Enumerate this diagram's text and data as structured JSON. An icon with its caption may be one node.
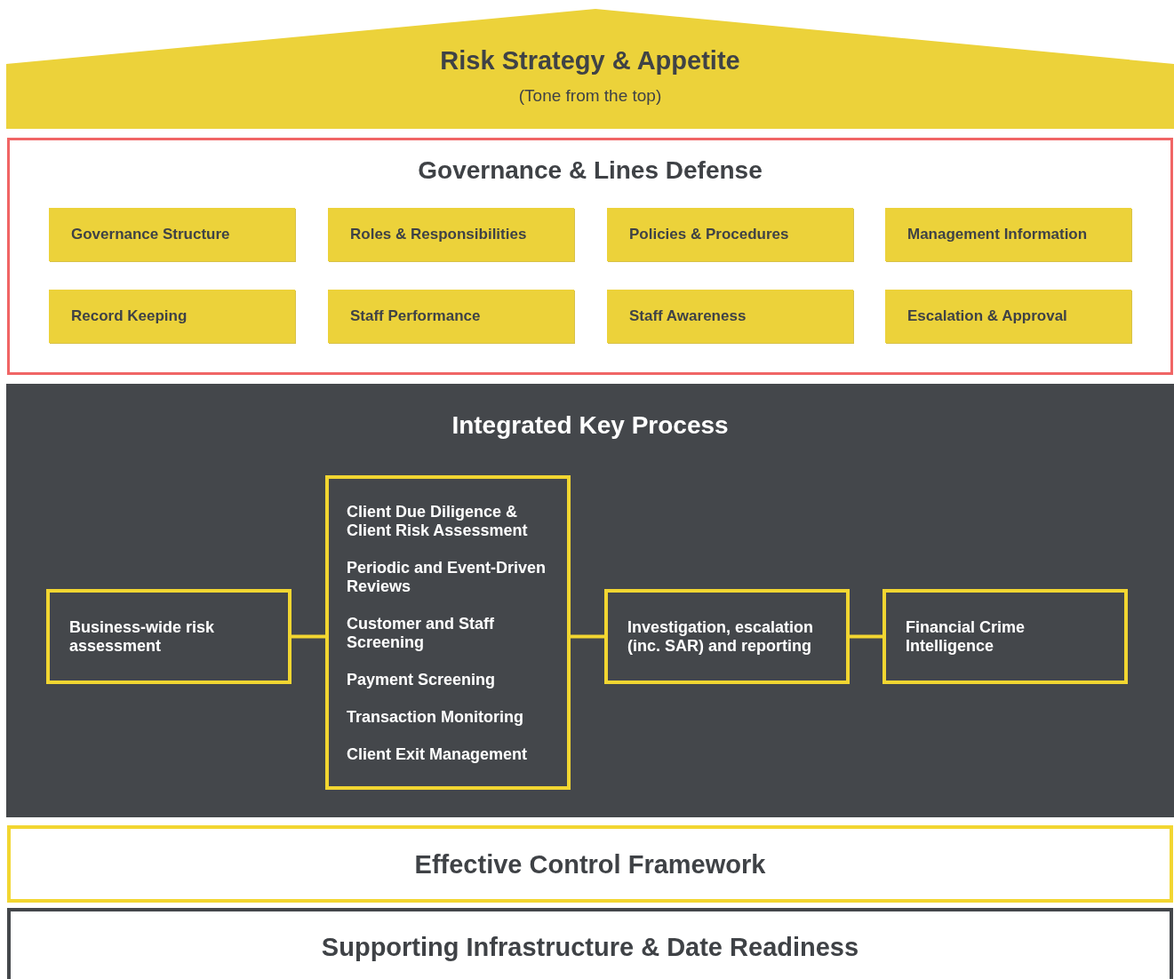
{
  "diagram": {
    "nodes": [
      {
        "text": [
          "Risk Strategy & Appetite",
          "(Tone from the top)"
        ]
      },
      {
        "text": [
          "Governance & Lines Defense"
        ]
      },
      {
        "text": [
          "Governance Structure"
        ],
        "in": 1
      },
      {
        "text": [
          "Roles & Responsibilities"
        ],
        "in": 1
      },
      {
        "text": [
          "Policies & Procedures"
        ],
        "in": 1
      },
      {
        "text": [
          "Management Information"
        ],
        "in": 1
      },
      {
        "text": [
          "Record Keeping"
        ],
        "in": 1
      },
      {
        "text": [
          "Staff Performance"
        ],
        "in": 1
      },
      {
        "text": [
          "Staff Awareness"
        ],
        "in": 1
      },
      {
        "text": [
          "Escalation & Approval"
        ],
        "in": 1
      },
      {
        "text": [
          "Integrated Key Process"
        ]
      },
      {
        "text": [
          "Business-wide risk assessment"
        ],
        "in": 10
      },
      {
        "text": [
          "Client Due Diligence & Client Risk Assessment",
          "Periodic and Event-Driven Reviews",
          "Customer and Staff Screening",
          "Payment Screening",
          "Transaction Monitoring",
          "Client Exit Management"
        ],
        "in": 10
      },
      {
        "text": [
          "Investigation, escalation (inc. SAR) and reporting"
        ],
        "in": 10
      },
      {
        "text": [
          "Financial Crime Intelligence"
        ],
        "in": 10
      },
      {
        "text": [
          "Effective Control Framework"
        ]
      },
      {
        "text": [
          "Supporting Infrastructure & Date Readiness"
        ]
      }
    ],
    "edges": [
      {
        "from": 11,
        "to": 12,
        "arrow": "none"
      },
      {
        "from": 12,
        "to": 13,
        "arrow": "none"
      },
      {
        "from": 13,
        "to": 14,
        "arrow": "none"
      }
    ]
  }
}
